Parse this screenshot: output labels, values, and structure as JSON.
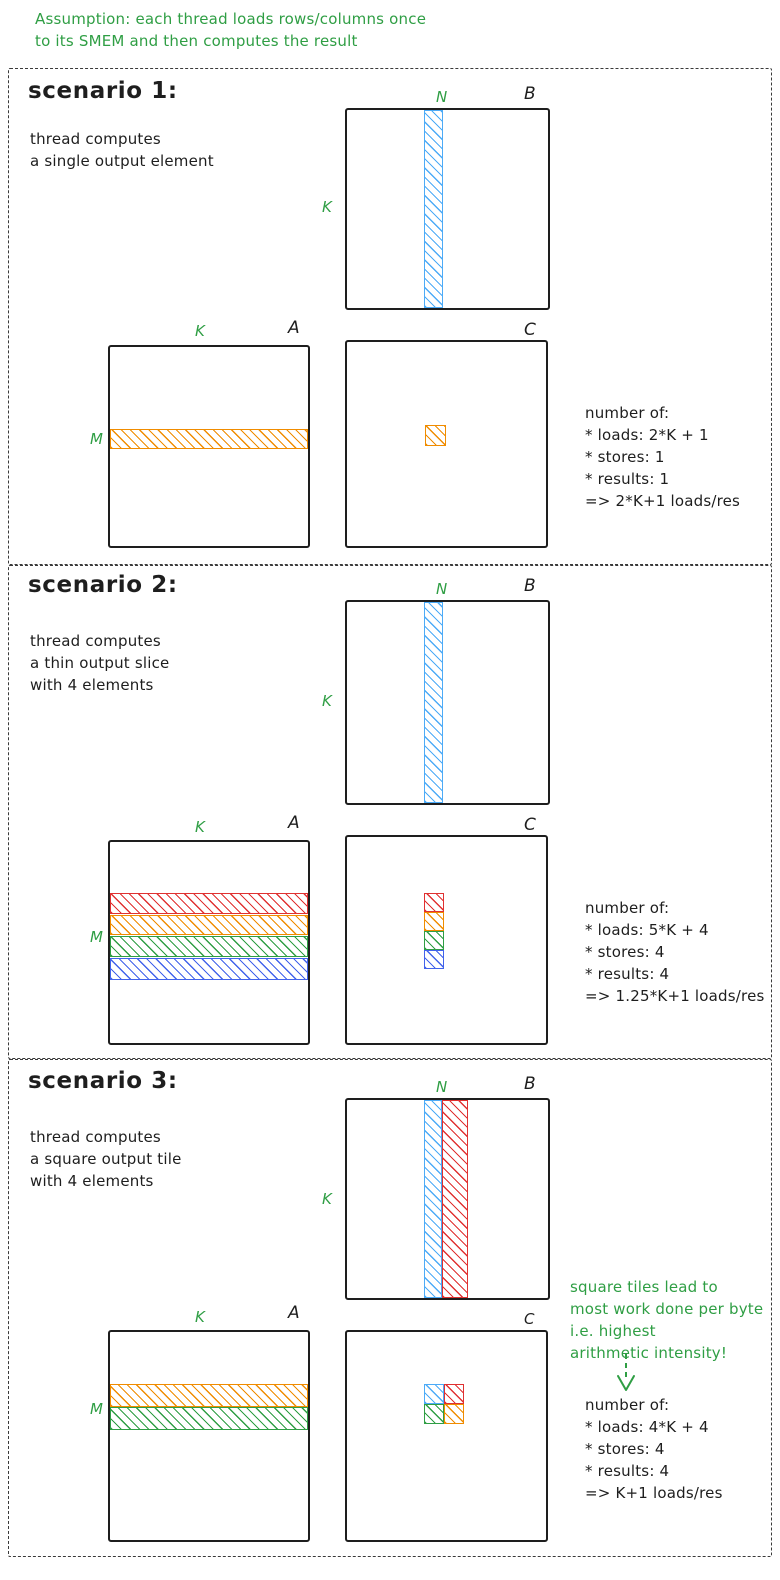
{
  "assumption": {
    "lines": [
      "Assumption: each thread loads rows/columns once",
      "to its SMEM and then computes the result"
    ]
  },
  "labels": {
    "A": "A",
    "B": "B",
    "C": "C",
    "K": "K",
    "M": "M",
    "N": "N"
  },
  "colors": {
    "ink": "#1e1e1e",
    "dash": "#3a3a3a",
    "green": "#2f9e44",
    "blue": "#4dabf7",
    "orange": "#f08c00",
    "red": "#e03131",
    "indigo": "#4263eb"
  },
  "scenarios": [
    {
      "title": "scenario 1:",
      "desc": [
        "thread computes",
        "a single output element"
      ],
      "stats": [
        "number of:",
        "* loads: 2*K + 1",
        "* stores: 1",
        "* results: 1",
        "=> 2*K+1 loads/res"
      ]
    },
    {
      "title": "scenario 2:",
      "desc": [
        "thread computes",
        "a thin output slice",
        "with 4 elements"
      ],
      "stats": [
        "number of:",
        "* loads: 5*K + 4",
        "* stores: 4",
        "* results: 4",
        "=> 1.25*K+1 loads/res"
      ]
    },
    {
      "title": "scenario 3:",
      "desc": [
        "thread computes",
        "a square output tile",
        "with 4 elements"
      ],
      "note": [
        "square tiles lead to",
        "most work done per byte",
        "i.e. highest",
        "arithmetic intensity!"
      ],
      "stats": [
        "number of:",
        "* loads: 4*K + 4",
        "* stores: 4",
        "* results: 4",
        "=> K+1 loads/res"
      ]
    }
  ]
}
